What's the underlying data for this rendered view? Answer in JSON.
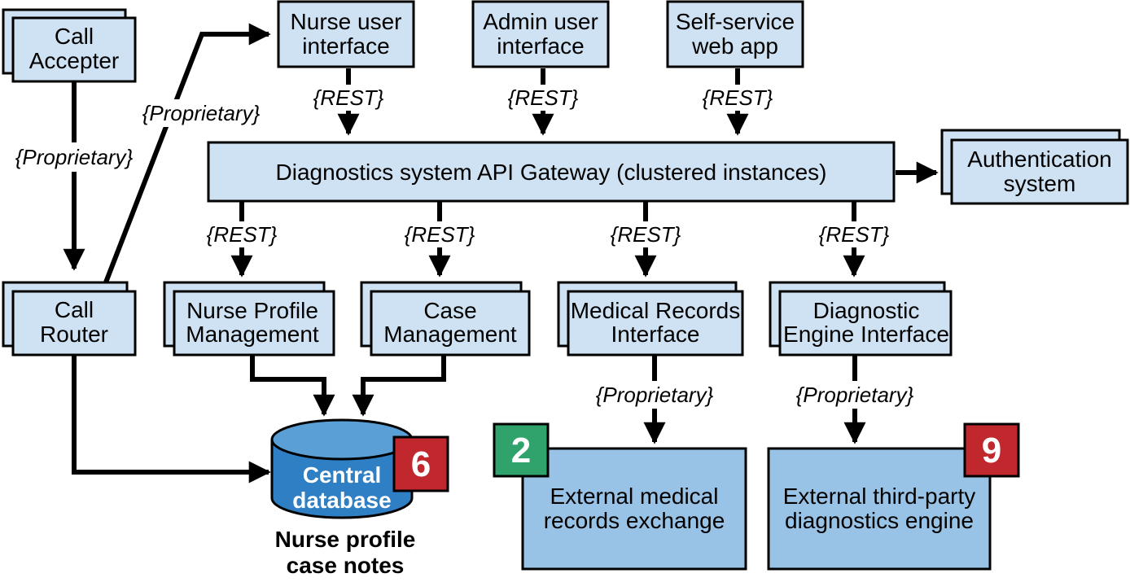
{
  "nodes": {
    "call_accepter": [
      "Call",
      "Accepter"
    ],
    "nurse_ui": [
      "Nurse user",
      "interface"
    ],
    "admin_ui": [
      "Admin user",
      "interface"
    ],
    "self_service": [
      "Self-service",
      "web app"
    ],
    "gateway": "Diagnostics system API Gateway (clustered instances)",
    "auth": [
      "Authentication",
      "system"
    ],
    "call_router": [
      "Call",
      "Router"
    ],
    "nurse_profile": [
      "Nurse Profile",
      "Management"
    ],
    "case_mgmt": [
      "Case",
      "Management"
    ],
    "medical_records": [
      "Medical Records",
      "Interface"
    ],
    "diag_engine_if": [
      "Diagnostic",
      "Engine Interface"
    ],
    "central_db": [
      "Central",
      "database"
    ],
    "db_caption": [
      "Nurse profile",
      "case notes"
    ],
    "ext_medical": [
      "External medical",
      "records exchange"
    ],
    "ext_diag": [
      "External third-party",
      "diagnostics engine"
    ]
  },
  "protocols": {
    "accepter_router": "{Proprietary}",
    "router_nurse_ui": "{Proprietary}",
    "nurse_ui_gateway": "{REST}",
    "admin_ui_gateway": "{REST}",
    "self_service_gateway": "{REST}",
    "gateway_nurse_profile": "{REST}",
    "gateway_case_mgmt": "{REST}",
    "gateway_medical_records": "{REST}",
    "gateway_diag_engine": "{REST}",
    "medical_records_ext": "{Proprietary}",
    "diag_engine_ext": "{Proprietary}"
  },
  "badges": {
    "db": {
      "text": "6",
      "color": "#c0282e"
    },
    "ext_medical": {
      "text": "2",
      "color": "#2fa36b"
    },
    "ext_diag": {
      "text": "9",
      "color": "#c0282e"
    }
  },
  "colors": {
    "box_fill": "#cfe2f3",
    "external_fill": "#99c3e6",
    "db_fill": "#2f7fc4"
  }
}
